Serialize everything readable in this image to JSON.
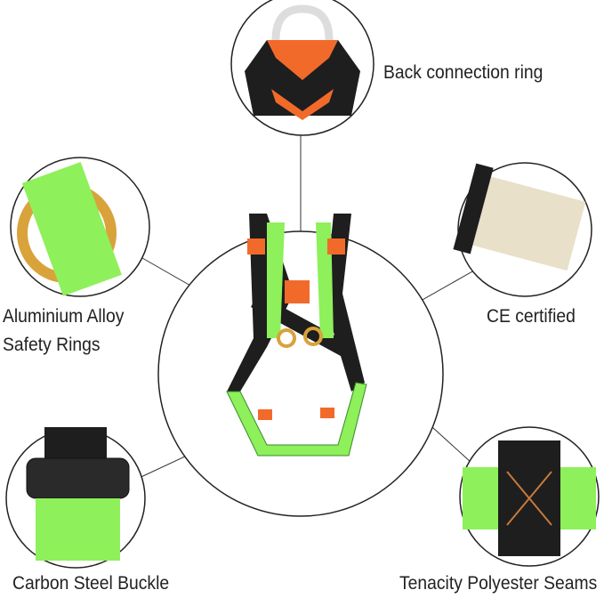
{
  "labels": {
    "back_ring": "Back connection ring",
    "alloy_rings_line1": "Aluminium Alloy",
    "alloy_rings_line2": "Safety Rings",
    "ce": "CE certified",
    "buckle": "Carbon Steel Buckle",
    "seams": "Tenacity Polyester Seams"
  },
  "colors": {
    "webbing_green": "#8ef05a",
    "webbing_black": "#1e1e1e",
    "buckle_orange": "#f26a2a",
    "ring_gold": "#d9a23a"
  }
}
